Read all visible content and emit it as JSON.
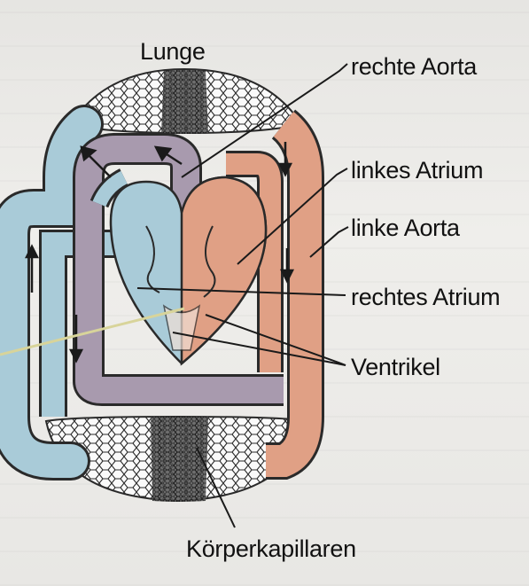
{
  "labels": {
    "lunge": "Lunge",
    "rechte_aorta": "rechte Aorta",
    "linkes_atrium": "linkes Atrium",
    "linke_aorta": "linke Aorta",
    "rechtes_atrium": "rechtes Atrium",
    "ventrikel": "Ventrikel",
    "koerperkapillaren": "Körperkapillaren"
  },
  "colors": {
    "deoxygenated": "#a9cbd8",
    "oxygenated": "#e0a085",
    "mixed": "#a89aae",
    "capillary": "#ffffff",
    "outline": "#2a2a2a"
  }
}
